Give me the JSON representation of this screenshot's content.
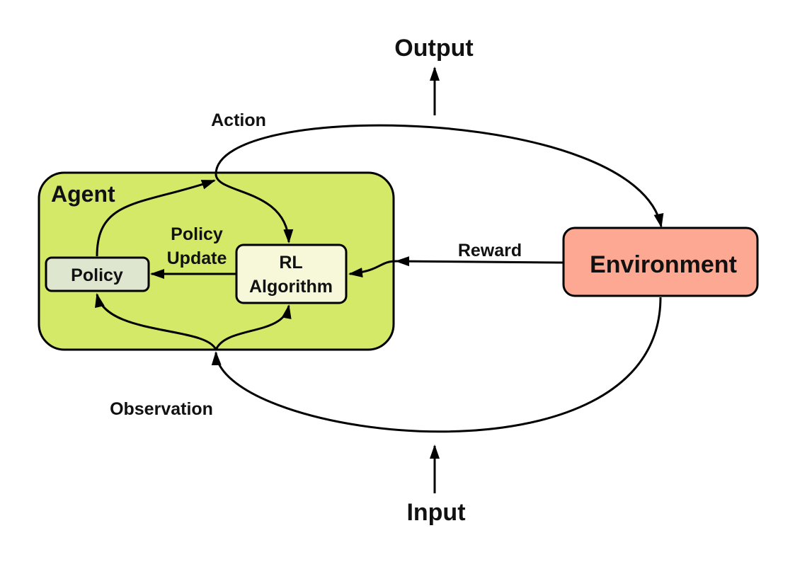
{
  "labels": {
    "output": "Output",
    "input": "Input",
    "action": "Action",
    "observation": "Observation",
    "reward": "Reward",
    "policy_update_line1": "Policy",
    "policy_update_line2": "Update"
  },
  "nodes": {
    "agent": "Agent",
    "policy": "Policy",
    "rl_algorithm_line1": "RL",
    "rl_algorithm_line2": "Algorithm",
    "environment": "Environment"
  },
  "colors": {
    "agent_fill": "#d5e969",
    "policy_fill": "#dfe6cf",
    "rl_algorithm_fill": "#f7f8d9",
    "environment_fill": "#fda892",
    "stroke": "#000000"
  }
}
